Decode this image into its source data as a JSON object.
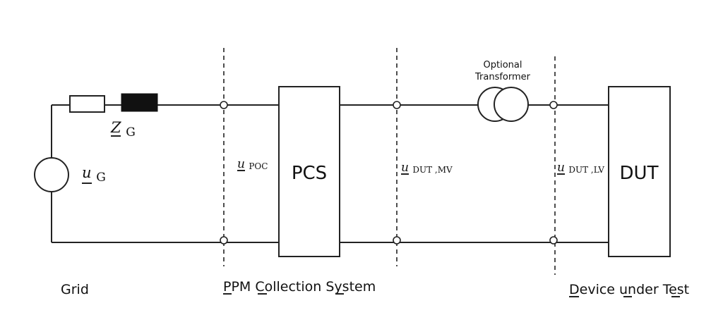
{
  "diagram": {
    "blocks": {
      "pcs": "PCS",
      "dut": "DUT"
    },
    "transformer": {
      "line1": "Optional",
      "line2": "Transformer"
    },
    "symbols": {
      "impedance_main": "Z",
      "impedance_sub": "G",
      "source_main": "u",
      "source_sub": "G",
      "poc_main": "u",
      "poc_sub": "POC",
      "mv_main": "u",
      "mv_sub": "DUT ,MV",
      "lv_main": "u",
      "lv_sub": "DUT ,LV"
    },
    "sections": {
      "grid": "Grid",
      "ppm": "PPM Collection System",
      "device": "Device under Test"
    }
  }
}
